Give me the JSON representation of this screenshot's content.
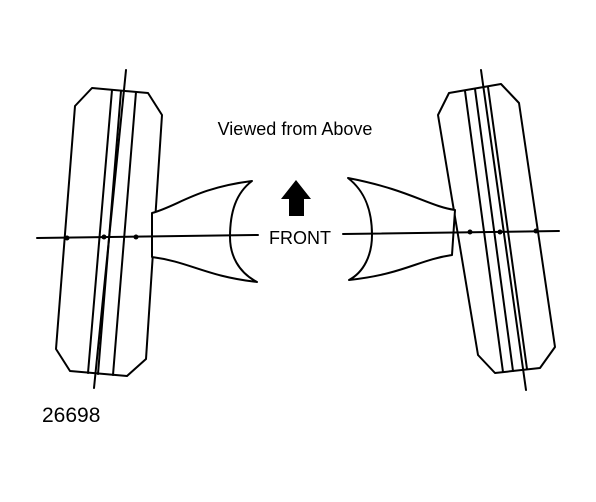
{
  "caption": "Viewed from Above",
  "direction_label": "FRONT",
  "figure_number": "26698",
  "colors": {
    "ink": "#000000",
    "background": "#ffffff"
  }
}
